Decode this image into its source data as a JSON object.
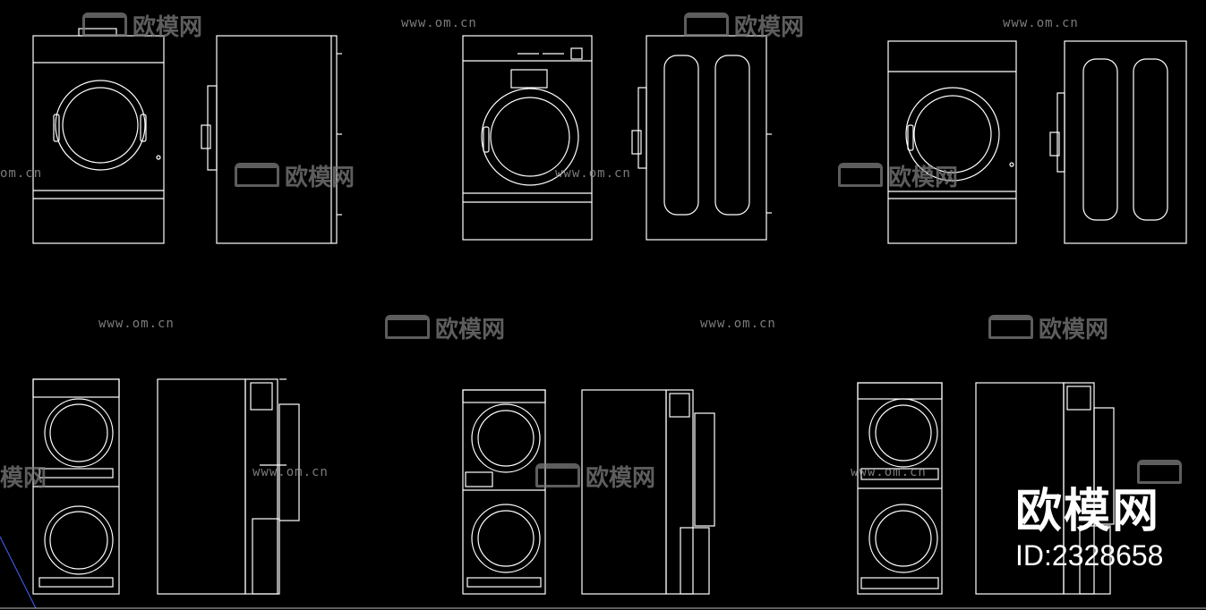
{
  "watermark": {
    "url_text": "www.om.cn",
    "logo_text": "欧模网",
    "partial_logo_text": "模网",
    "partial_url_text": "om.cn"
  },
  "brand": {
    "name": "欧模网",
    "id_text": "ID:2328658"
  },
  "colors": {
    "background": "#000000",
    "linework": "#ffffff",
    "watermark": "#8a8a8a"
  }
}
